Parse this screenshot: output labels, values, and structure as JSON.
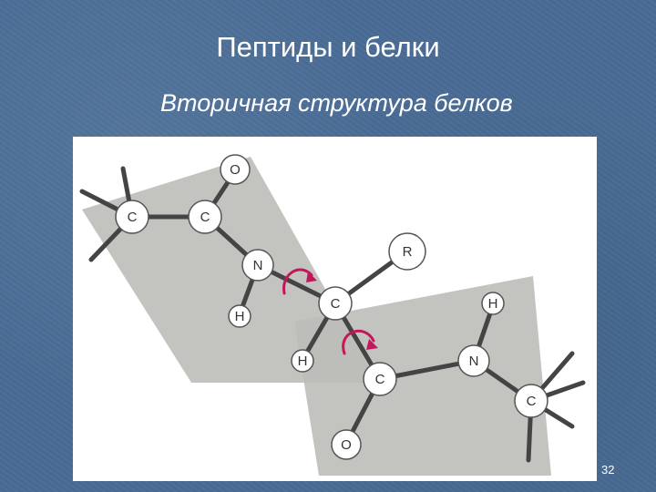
{
  "slide": {
    "title": "Пептиды и белки",
    "subtitle": "Вторичная структура белков",
    "page_number": "32"
  },
  "diagram": {
    "atoms": {
      "c1": "C",
      "c2": "C",
      "o1": "O",
      "n1": "N",
      "h1": "H",
      "r": "R",
      "c_alpha": "C",
      "h2": "H",
      "c3": "C",
      "o2": "O",
      "n2": "N",
      "h3": "H",
      "c4": "C"
    },
    "colors": {
      "plane": "#bdbdb8",
      "rotation_arrow": "#c2185b",
      "atom_fill": "#ffffff",
      "bond": "#444444"
    },
    "icons": [
      "rotation-arrow-icon",
      "rotation-arrow-icon"
    ]
  }
}
